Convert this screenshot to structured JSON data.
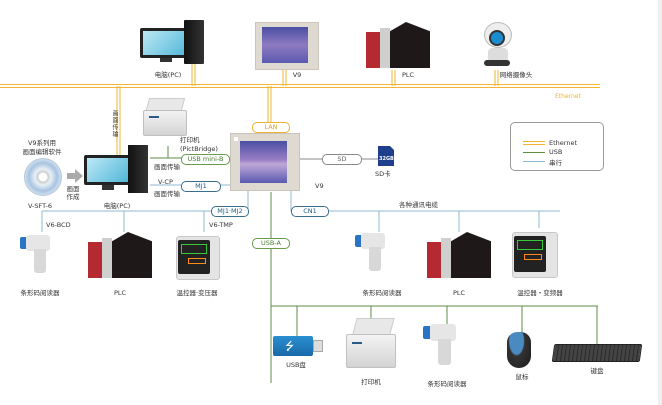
{
  "colors": {
    "ethernet": "#f2b632",
    "usb": "#5d8e44",
    "serial": "#8fb8cf"
  },
  "top_row": {
    "pc": {
      "label": "电脑(PC)",
      "icon": "desktop-pc-icon"
    },
    "v9": {
      "label": "V9",
      "icon": "touch-panel-hmi-icon"
    },
    "plc": {
      "label": "PLC",
      "icon": "plc-icon"
    },
    "camera": {
      "label": "网络摄像头",
      "icon": "webcam-icon"
    },
    "ethernet_label": "Ethernet"
  },
  "left_section": {
    "software_title_line1": "V9系列用",
    "software_title_line2": "画面编辑软件",
    "software_name": "V-SFT-6",
    "create_label_line1": "画面",
    "create_label_line2": "作成",
    "pc_label": "电脑(PC)",
    "vertical_transfer_label": "画面传输",
    "printer_label_line1": "打印机",
    "printer_label_line2": "(PictBridge)",
    "transfer_label_usb": "画面传输",
    "vcp_label": "V-CP",
    "transfer_label_mj1": "画面传输"
  },
  "center": {
    "v9_label": "V9",
    "sd_card_label": "SD卡",
    "sd_card_capacity": "32GB"
  },
  "ports": {
    "lan": "LAN",
    "usb_mini_b": "USB mini-B",
    "mj1": "MJ1",
    "sd": "SD",
    "mj1_mj2": "MJ1·MJ2",
    "cn1": "CN1",
    "usb_a": "USB-A"
  },
  "serial_left": {
    "v6_bcd": "V6-BCD",
    "v6_tmp": "V6-TMP",
    "devices": [
      {
        "label": "条形码阅读器",
        "icon": "barcode-reader-icon"
      },
      {
        "label": "PLC",
        "icon": "plc-icon"
      },
      {
        "label": "温控器·变压器",
        "icon": "temperature-controller-icon"
      }
    ]
  },
  "serial_right": {
    "cable_label": "各种通讯电缆",
    "devices": [
      {
        "label": "条形码阅读器",
        "icon": "barcode-reader-icon"
      },
      {
        "label": "PLC",
        "icon": "plc-icon"
      },
      {
        "label": "温控器・变频器",
        "icon": "temperature-controller-icon"
      }
    ]
  },
  "usb_devices": [
    {
      "label": "USB盘",
      "icon": "usb-drive-icon"
    },
    {
      "label": "打印机",
      "icon": "printer-icon"
    },
    {
      "label": "条形码阅读器",
      "icon": "barcode-reader-icon"
    },
    {
      "label": "鼠标",
      "icon": "mouse-icon"
    },
    {
      "label": "键盘",
      "icon": "keyboard-icon"
    }
  ],
  "legend": {
    "items": [
      {
        "label": "Ethernet"
      },
      {
        "label": "USB"
      },
      {
        "label": "串行"
      }
    ]
  }
}
